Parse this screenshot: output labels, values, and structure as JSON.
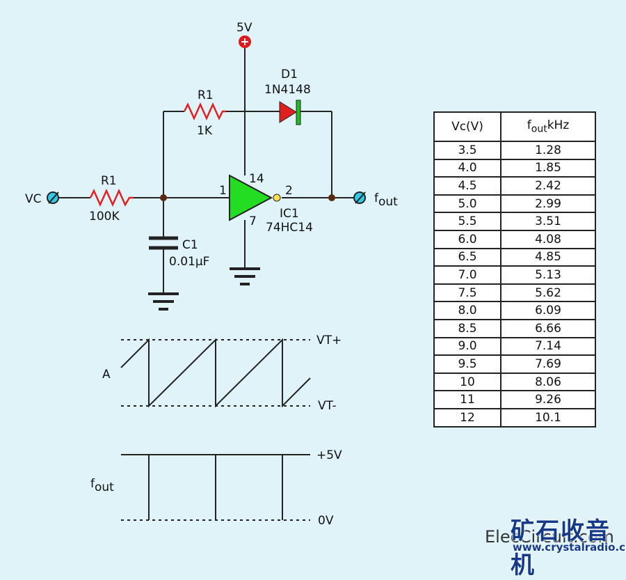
{
  "supply": {
    "label": "5V"
  },
  "r1_top": {
    "name": "R1",
    "value": "1K"
  },
  "r1_left": {
    "name": "R1",
    "value": "100K"
  },
  "diode": {
    "name": "D1",
    "part": "1N4148"
  },
  "capacitor": {
    "name": "C1",
    "value": "0.01μF"
  },
  "ic": {
    "name": "IC1",
    "part": "74HC14",
    "pin_in": "1",
    "pin_out": "2",
    "pin_vcc": "14",
    "pin_gnd": "7"
  },
  "input": {
    "label": "VC"
  },
  "output": {
    "label_base": "f",
    "label_sub": "out"
  },
  "waveform_a": {
    "label": "A",
    "upper": "VT+",
    "lower": "VT-"
  },
  "waveform_out": {
    "label_base": "f",
    "label_sub": "out",
    "upper": "+5V",
    "lower": "0V"
  },
  "table": {
    "header_vc": "Vc(V)",
    "header_f_base": "f",
    "header_f_sub": "out",
    "header_f_unit": "kHz",
    "rows": [
      [
        "3.5",
        "1.28"
      ],
      [
        "4.0",
        "1.85"
      ],
      [
        "4.5",
        "2.42"
      ],
      [
        "5.0",
        "2.99"
      ],
      [
        "5.5",
        "3.51"
      ],
      [
        "6.0",
        "4.08"
      ],
      [
        "6.5",
        "4.85"
      ],
      [
        "7.0",
        "5.13"
      ],
      [
        "7.5",
        "5.62"
      ],
      [
        "8.0",
        "6.09"
      ],
      [
        "8.5",
        "6.66"
      ],
      [
        "9.0",
        "7.14"
      ],
      [
        "9.5",
        "7.69"
      ],
      [
        "10",
        "8.06"
      ],
      [
        "11",
        "9.26"
      ],
      [
        "12",
        "10.1"
      ]
    ]
  },
  "watermark": {
    "site": "ElecCircuit.com",
    "cn": "矿石收音机",
    "url": "www.crystalradio.cn"
  },
  "colors": {
    "background": "#dff3f8",
    "resistor": "#e02020",
    "diode": "#e02020",
    "diode_band": "#22bb22",
    "inverter": "#22dd22",
    "terminal": "#33c8e6",
    "supply": "#e01818"
  }
}
